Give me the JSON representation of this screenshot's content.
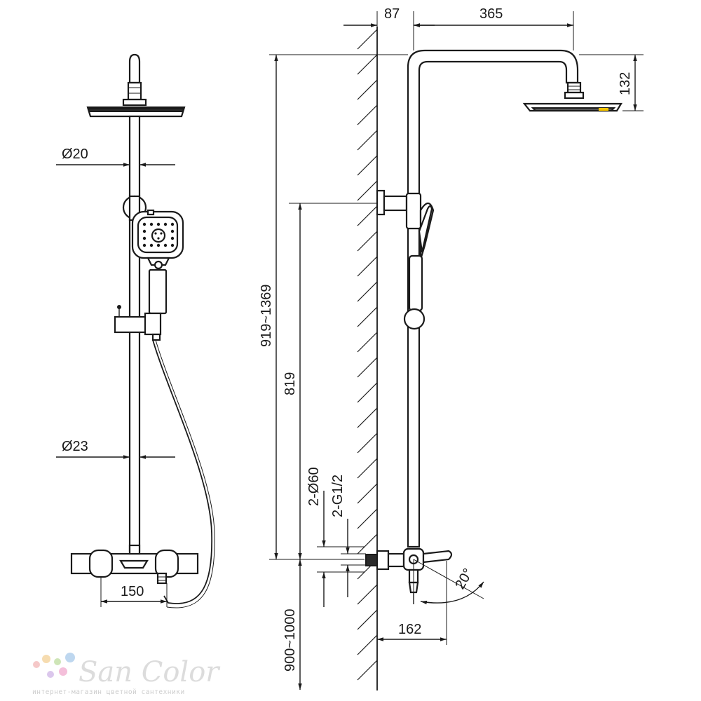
{
  "front_view": {
    "diameter_rod": "Ø20",
    "diameter_pipe": "Ø23",
    "mixer_center_spacing": "150"
  },
  "side_view": {
    "wall_offset": "87",
    "arm_reach": "365",
    "head_height": "132",
    "total_height_range": "919~1369",
    "bracket_height": "819",
    "flange_diameter": "2-Ø60",
    "thread_size": "2-G1/2",
    "mount_height": "900~1000",
    "spout_reach": "162",
    "spout_angle": "20°"
  },
  "watermark": {
    "brand": "San Color",
    "tagline": "интернет-магазин цветной сантехники",
    "dot_colors": [
      "#f4c3c3",
      "#f6d9a8",
      "#c9e3b0",
      "#b7d3ee",
      "#d8c2ea",
      "#f3b9d6"
    ]
  }
}
